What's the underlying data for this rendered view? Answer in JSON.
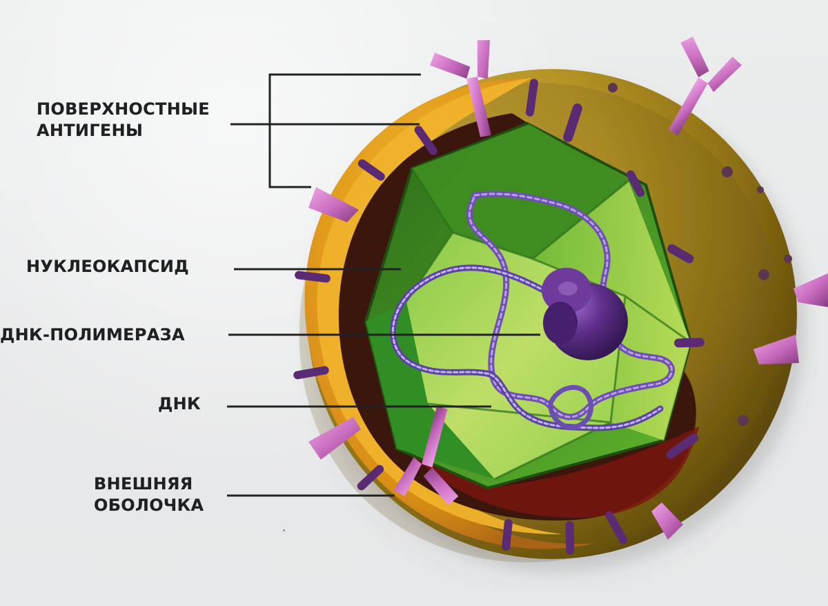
{
  "labels": {
    "surface_antigens": [
      "ПОВЕРХНОСТНЫЕ",
      "АНТИГЕНЫ"
    ],
    "nucleocapsid": "НУКЛЕОКАПСИД",
    "dna_polymerase": "ДНК-ПОЛИМЕРАЗА",
    "dna": "ДНК",
    "outer_envelope": [
      "ВНЕШНЯЯ",
      "ОБОЛОЧКА"
    ]
  },
  "colors": {
    "background": "#ecedee",
    "label_text": "#1f2023",
    "envelope": "#e6a21a",
    "envelope_shadow": "#b96f11",
    "capsid_green": "#4fad2a",
    "capsid_light_green": "#b9de4c",
    "dna_purple": "#6b4aa8",
    "polymerase_purple": "#5a2d8c",
    "antigen_pink": "#c774bd"
  },
  "icons": {
    "surface_antigen": "y-shaped-spike-icon",
    "polymerase": "purple-globule-icon"
  }
}
